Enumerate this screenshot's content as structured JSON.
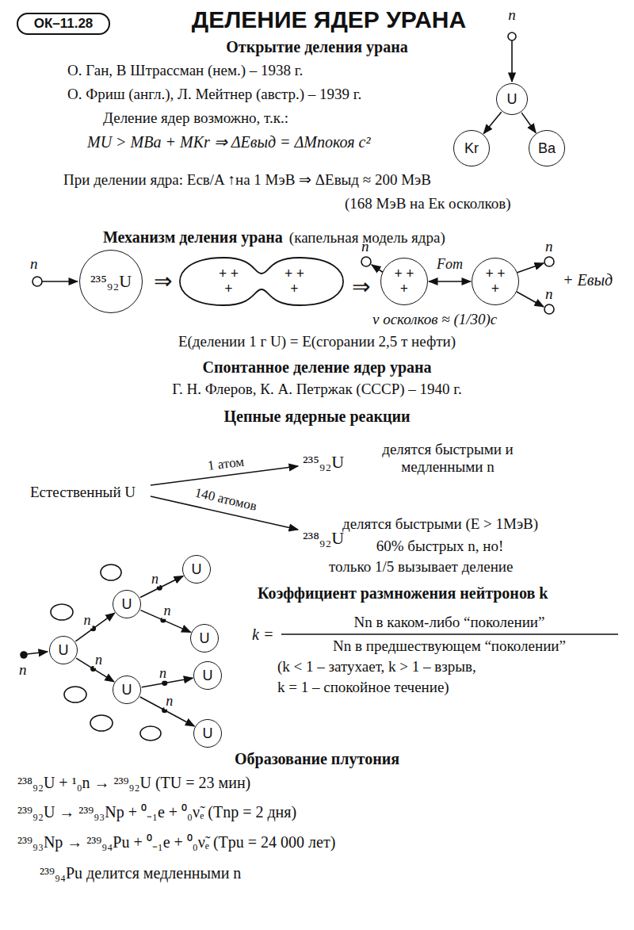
{
  "diagram": {
    "title": "ДЕЛЕНИЕ ЯДЕР УРАНА",
    "nodes": [
      {
        "text": [
          "ОК–11.28"
        ]
      },
      {
        "text": [
          "U"
        ]
      },
      {
        "text": [
          "Kr"
        ]
      },
      {
        "text": [
          "Ba"
        ]
      },
      {
        "text": [
          "²³⁵₉₂U"
        ]
      },
      {
        "text": [
          "+ + +",
          "+ + +"
        ]
      },
      {
        "text": [
          "+ + +"
        ]
      },
      {
        "text": [
          "+ + +"
        ]
      },
      {
        "text": [
          "U"
        ]
      },
      {
        "text": [
          "U"
        ]
      },
      {
        "text": [
          "U"
        ]
      },
      {
        "text": [
          "U"
        ]
      },
      {
        "text": [
          "U"
        ]
      },
      {
        "text": [
          "U"
        ]
      },
      {
        "text": [
          "U"
        ]
      }
    ],
    "edges": [
      {
        "from": 1,
        "to": 2,
        "arrow": "to"
      },
      {
        "from": 1,
        "to": 3,
        "arrow": "to"
      },
      {
        "from": 6,
        "to": 7,
        "arrow": "both",
        "label": "Fот"
      },
      {
        "from": 8,
        "to": 9,
        "arrow": "to",
        "label": "n"
      },
      {
        "from": 8,
        "to": 10,
        "arrow": "to",
        "label": "n"
      },
      {
        "from": 9,
        "to": 11,
        "arrow": "to",
        "label": "n"
      },
      {
        "from": 9,
        "to": 12,
        "arrow": "to",
        "label": "n"
      },
      {
        "from": 10,
        "to": 13,
        "arrow": "to",
        "label": "n"
      },
      {
        "from": 10,
        "to": 14,
        "arrow": "to",
        "label": "n"
      }
    ],
    "labels": [
      "Открытие деления урана",
      "О. Ган, В Штрассман (нем.) – 1938 г.",
      "О. Фриш (англ.), Л. Мейтнер (австр.) – 1939 г.",
      "Деление ядер возможно, т.к.:",
      "MU > MBa + MKr ⇒ ΔEвыд = ΔMпокоя c²",
      "При делении ядра: Eсв/A ↑на 1 МэВ ⇒ ΔEвыд ≈ 200 МэВ",
      "(168 МэВ на Eк осколков)",
      "n",
      "Механизм деления урана",
      "(капельная модель ядра)",
      "n",
      "⇒",
      "⇒",
      "n",
      "n",
      "n",
      "+ Eвыд",
      "v осколков ≈ (1/30)c",
      "E(делении 1 г U) = E(сгорании 2,5 т нефти)",
      "Спонтанное деление ядер урана",
      "Г. Н. Флеров, К. А. Петржак (СССР) – 1940 г.",
      "Цепные ядерные реакции",
      "Естественный U",
      "1 атом",
      "140 атомов",
      "²³⁵₉₂U",
      "делятся быстрыми и медленными n",
      "²³⁸₉₂U",
      "делятся быстрыми (E > 1МэВ)",
      "60% быстрых n, но!",
      "только 1/5 вызывает деление",
      "Коэффициент размножения нейтронов k",
      "k =",
      "Nn в каком-либо “поколении”",
      "Nn в предшествующем “поколении”",
      "(k < 1 – затухает, k > 1 – взрыв,",
      "k = 1 – спокойное течение)",
      "n",
      "Образование плутония",
      "²³⁸₉₂U + ¹₀n → ²³⁹₉₂U (TU = 23 мин)",
      "²³⁹₉₂U → ²³⁹₉₃Np + ⁰₋₁e + ⁰₀ν̃ₑ (Tnp = 2 дня)",
      "²³⁹₉₃Np → ²³⁹₉₄Pu + ⁰₋₁e + ⁰₀ν̃ₑ (Tpu = 24 000 лет)",
      "²³⁹₉₄Pu делится медленными n"
    ]
  }
}
